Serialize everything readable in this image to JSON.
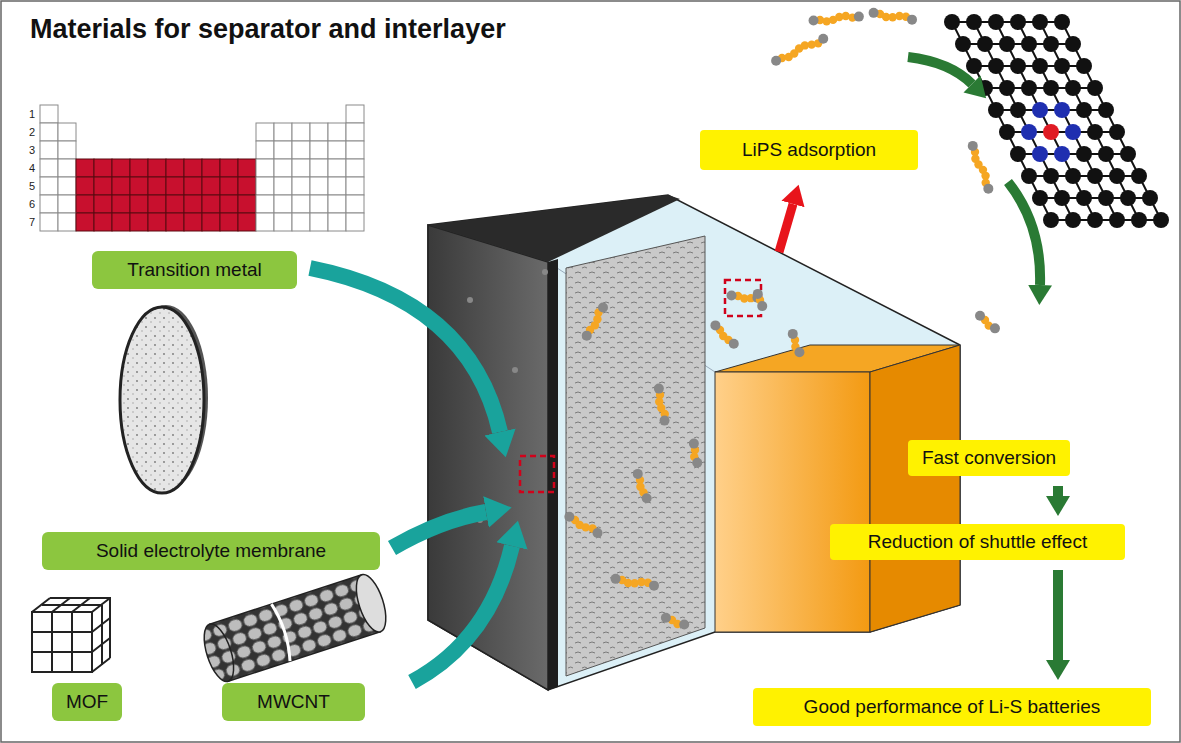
{
  "diagram": {
    "title": "Materials for separator and interlayer",
    "nodes": [
      {
        "text": [
          "Transition metal"
        ]
      },
      {
        "text": [
          "LiPS adsorption"
        ]
      },
      {
        "text": [
          "Fast conversion"
        ]
      },
      {
        "text": [
          "Solid electrolyte membrane"
        ]
      },
      {
        "text": [
          "Reduction of shuttle effect"
        ]
      },
      {
        "text": [
          "MOF"
        ]
      },
      {
        "text": [
          "MWCNT"
        ]
      },
      {
        "text": [
          "Good performance of Li-S batteries"
        ]
      }
    ],
    "edges": [
      {
        "from": 2,
        "to": 4,
        "arrow": "to"
      },
      {
        "from": 4,
        "to": 7,
        "arrow": "to"
      }
    ],
    "labels": [
      "1",
      "2",
      "3",
      "4",
      "5",
      "6",
      "7"
    ]
  }
}
